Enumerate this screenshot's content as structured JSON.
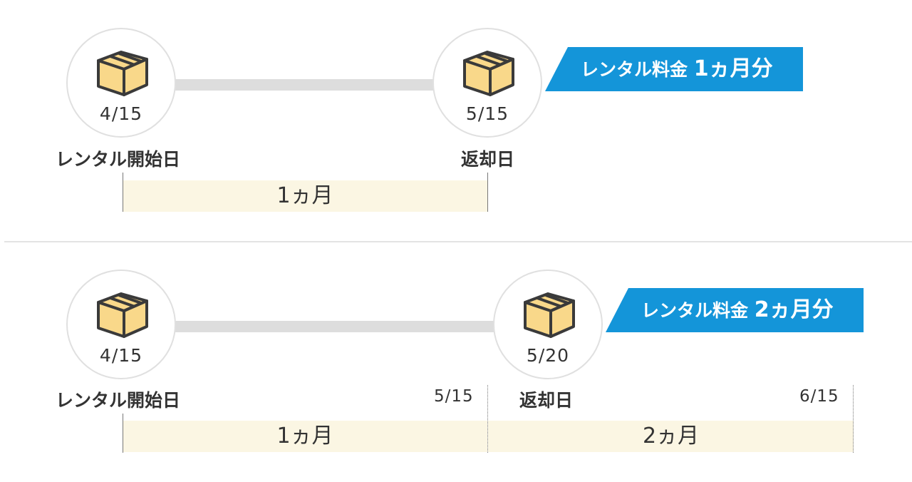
{
  "colors": {
    "banner": "#1495d9",
    "connector": "#dddddd",
    "period_bar": "#fbf6e3",
    "box_fill": "#f9d88a",
    "box_outline": "#3a3a3a"
  },
  "icons": {
    "package": "package-box-icon"
  },
  "diagram1": {
    "start": {
      "date": "4/15",
      "label": "レンタル開始日"
    },
    "end": {
      "date": "5/15",
      "label": "返却日"
    },
    "banner": {
      "text": "レンタル料金",
      "amount": "1ヵ月分"
    },
    "bar_label": "1ヵ月"
  },
  "diagram2": {
    "start": {
      "date": "4/15",
      "label": "レンタル開始日"
    },
    "end": {
      "date": "5/20",
      "label": "返却日"
    },
    "banner": {
      "text": "レンタル料金",
      "amount": "2ヵ月分"
    },
    "tick1": "5/15",
    "tick2": "6/15",
    "bar1_label": "1ヵ月",
    "bar2_label": "2ヵ月"
  }
}
